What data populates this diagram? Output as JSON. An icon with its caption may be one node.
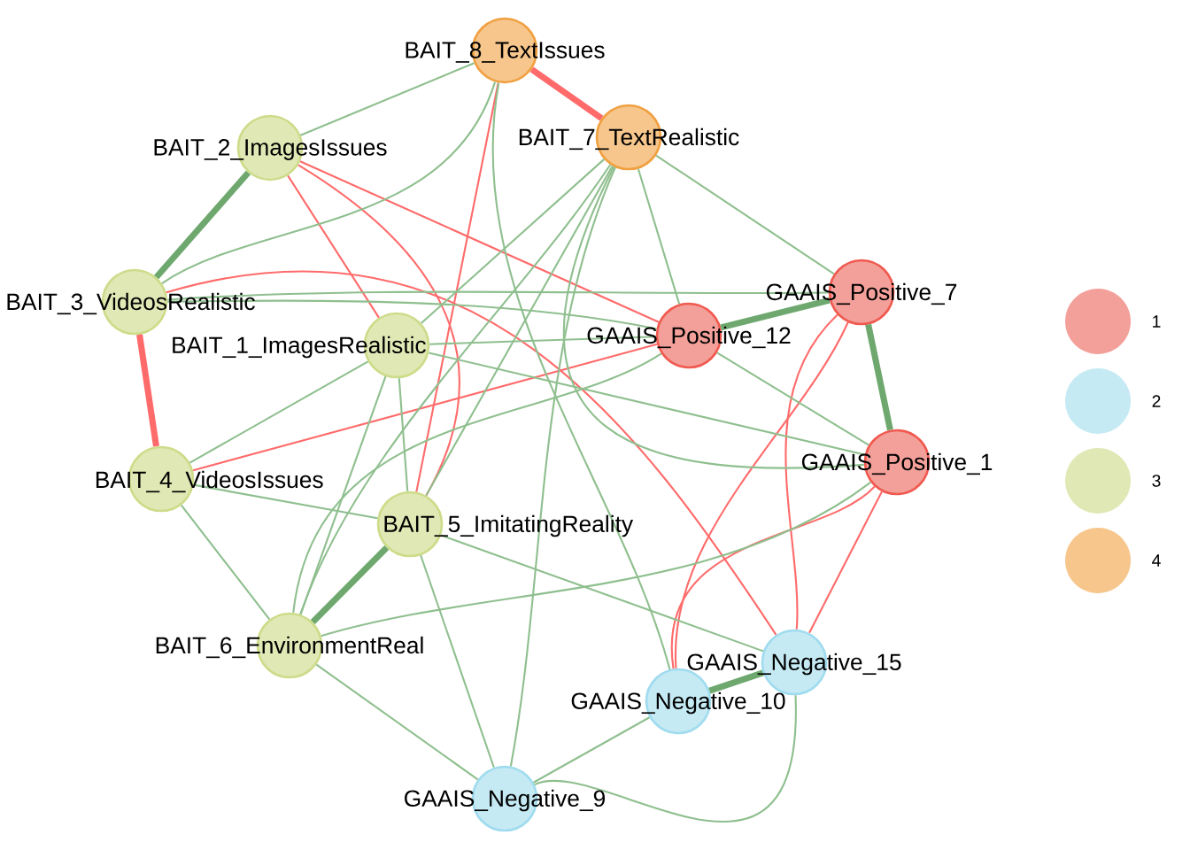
{
  "diagram": {
    "nodes": [
      {
        "text": [
          "BAIT_8_TextIssues"
        ]
      },
      {
        "text": [
          "BAIT_7_TextRealistic"
        ]
      },
      {
        "text": [
          "BAIT_2_ImagesIssues"
        ]
      },
      {
        "text": [
          "BAIT_3_VideosRealistic"
        ]
      },
      {
        "text": [
          "BAIT_1_ImagesRealistic"
        ]
      },
      {
        "text": [
          "BAIT_4_VideosIssues"
        ]
      },
      {
        "text": [
          "BAIT_5_ImitatingReality"
        ]
      },
      {
        "text": [
          "BAIT_6_EnvironmentReal"
        ]
      },
      {
        "text": [
          "GAAIS_Positive_7"
        ]
      },
      {
        "text": [
          "GAAIS_Positive_12"
        ]
      },
      {
        "text": [
          "GAAIS_Positive_1"
        ]
      },
      {
        "text": [
          "GAAIS_Negative_15"
        ]
      },
      {
        "text": [
          "GAAIS_Negative_10"
        ]
      },
      {
        "text": [
          "GAAIS_Negative_9"
        ]
      }
    ],
    "edges": [
      {
        "from": 0,
        "to": 1,
        "arrow": "none",
        "style": "thick",
        "color": "#ff6b6b"
      },
      {
        "from": 2,
        "to": 3,
        "arrow": "none",
        "style": "thick"
      },
      {
        "from": 3,
        "to": 5,
        "arrow": "none",
        "style": "thick",
        "color": "#ff6b6b"
      },
      {
        "from": 8,
        "to": 9,
        "arrow": "none",
        "style": "thick"
      },
      {
        "from": 8,
        "to": 10,
        "arrow": "none",
        "style": "thick"
      },
      {
        "from": 11,
        "to": 12,
        "arrow": "none",
        "style": "thick"
      },
      {
        "from": 6,
        "to": 7,
        "arrow": "none",
        "style": "thick"
      },
      {
        "from": 12,
        "to": 13,
        "arrow": "none"
      },
      {
        "from": 11,
        "to": 13,
        "arrow": "none"
      },
      {
        "from": 2,
        "to": 4,
        "arrow": "none",
        "color": "#ff6b6b"
      },
      {
        "from": 2,
        "to": 6,
        "arrow": "none",
        "color": "#ff6b6b"
      },
      {
        "from": 2,
        "to": 9,
        "arrow": "none",
        "color": "#ff6b6b"
      },
      {
        "from": 10,
        "to": 11,
        "arrow": "none",
        "color": "#ff6b6b"
      },
      {
        "from": 10,
        "to": 12,
        "arrow": "none",
        "color": "#ff6b6b"
      },
      {
        "from": 8,
        "to": 12,
        "arrow": "none",
        "color": "#ff6b6b"
      },
      {
        "from": 8,
        "to": 11,
        "arrow": "none",
        "color": "#ff6b6b"
      },
      {
        "from": 5,
        "to": 9,
        "arrow": "none",
        "color": "#ff6b6b"
      },
      {
        "from": 3,
        "to": 11,
        "arrow": "none",
        "color": "#ff6b6b"
      },
      {
        "from": 0,
        "to": 6,
        "arrow": "none",
        "color": "#ff6b6b"
      },
      {
        "from": 0,
        "to": 2,
        "arrow": "none"
      },
      {
        "from": 0,
        "to": 3,
        "arrow": "none"
      },
      {
        "from": 0,
        "to": 12,
        "arrow": "none"
      },
      {
        "from": 1,
        "to": 4,
        "arrow": "none"
      },
      {
        "from": 1,
        "to": 6,
        "arrow": "none"
      },
      {
        "from": 1,
        "to": 7,
        "arrow": "none"
      },
      {
        "from": 1,
        "to": 8,
        "arrow": "none"
      },
      {
        "from": 1,
        "to": 9,
        "arrow": "none"
      },
      {
        "from": 1,
        "to": 10,
        "arrow": "none"
      },
      {
        "from": 1,
        "to": 13,
        "arrow": "none"
      },
      {
        "from": 3,
        "to": 9,
        "arrow": "none"
      },
      {
        "from": 3,
        "to": 8,
        "arrow": "none"
      },
      {
        "from": 4,
        "to": 5,
        "arrow": "none"
      },
      {
        "from": 4,
        "to": 6,
        "arrow": "none"
      },
      {
        "from": 4,
        "to": 7,
        "arrow": "none"
      },
      {
        "from": 4,
        "to": 9,
        "arrow": "none"
      },
      {
        "from": 4,
        "to": 10,
        "arrow": "none"
      },
      {
        "from": 5,
        "to": 6,
        "arrow": "none"
      },
      {
        "from": 5,
        "to": 7,
        "arrow": "none"
      },
      {
        "from": 6,
        "to": 13,
        "arrow": "none"
      },
      {
        "from": 6,
        "to": 11,
        "arrow": "none"
      },
      {
        "from": 7,
        "to": 13,
        "arrow": "none"
      },
      {
        "from": 7,
        "to": 10,
        "arrow": "none"
      },
      {
        "from": 9,
        "to": 10,
        "arrow": "none"
      },
      {
        "from": 9,
        "to": 7,
        "arrow": "none"
      }
    ],
    "legend": [
      {
        "text": "1",
        "color": "#f4a09a"
      },
      {
        "text": "2",
        "color": "#c5eaf4"
      },
      {
        "text": "3",
        "color": "#e0e9b5"
      },
      {
        "text": "4",
        "color": "#f6c68c"
      }
    ]
  }
}
